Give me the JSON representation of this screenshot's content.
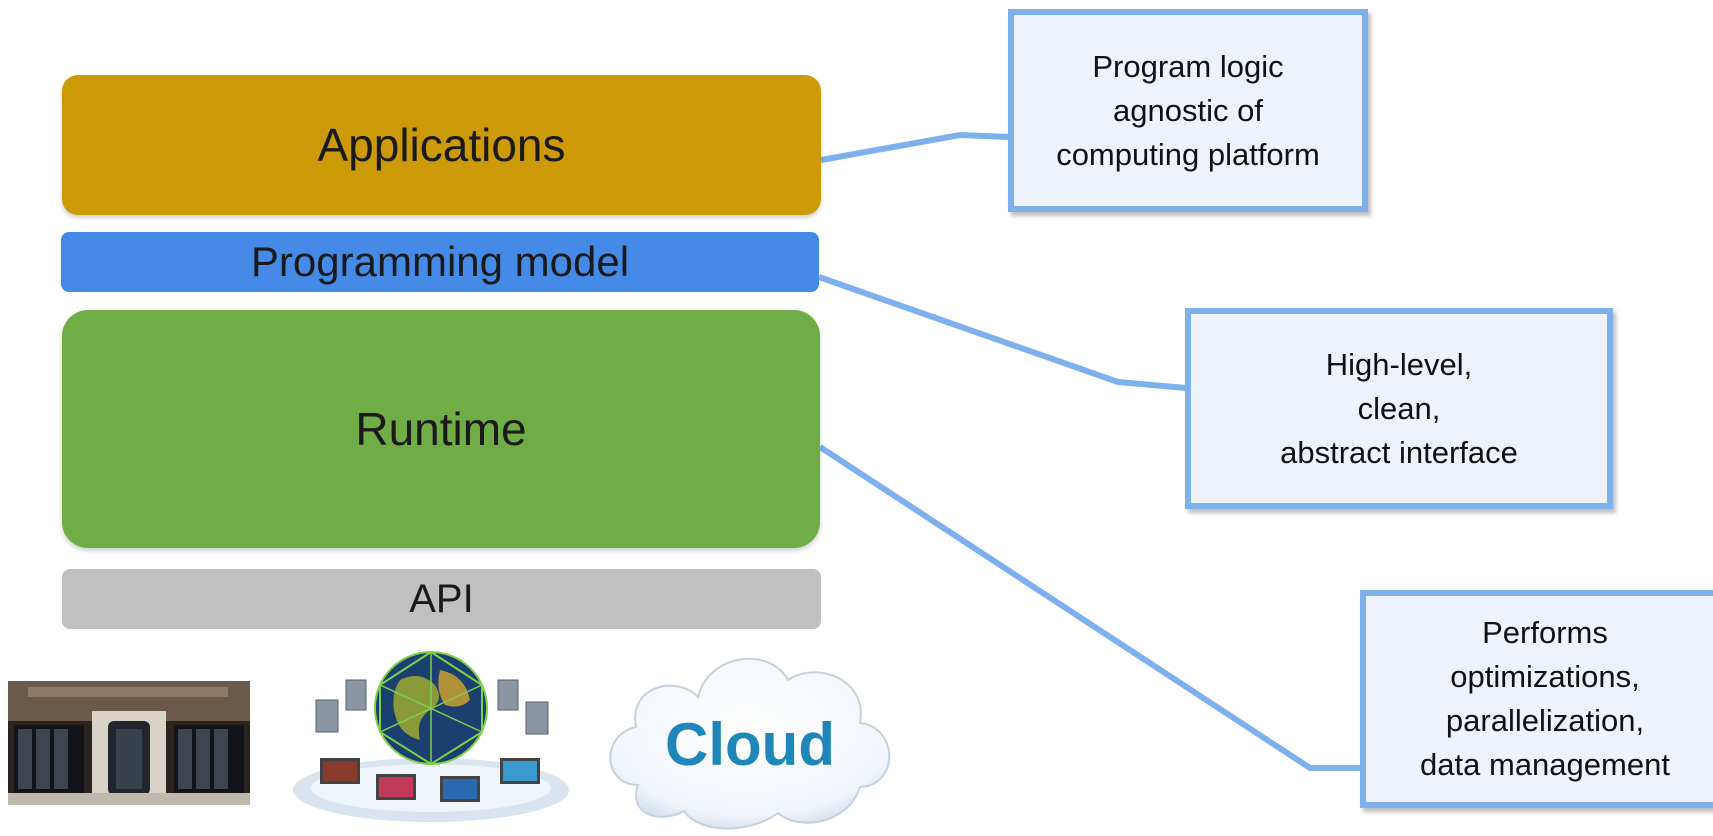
{
  "layers": {
    "applications": "Applications",
    "programming_model": "Programming model",
    "runtime": "Runtime",
    "api": "API"
  },
  "callouts": [
    {
      "lines": [
        "Program logic",
        "agnostic of",
        "computing platform"
      ]
    },
    {
      "lines": [
        "High-level,",
        "clean,",
        "abstract interface"
      ]
    },
    {
      "lines": [
        "Performs",
        "optimizations,",
        "parallelization,",
        "data management"
      ]
    }
  ],
  "images": {
    "cloud_text": "Cloud"
  },
  "colors": {
    "applications": "#cc9a06",
    "programming_model": "#448ae6",
    "runtime": "#70ad47",
    "api": "#c0c0c0",
    "callout_border": "#7eb0ee",
    "callout_fill": "#eef3fb",
    "cloud_text": "#1e87b8"
  }
}
